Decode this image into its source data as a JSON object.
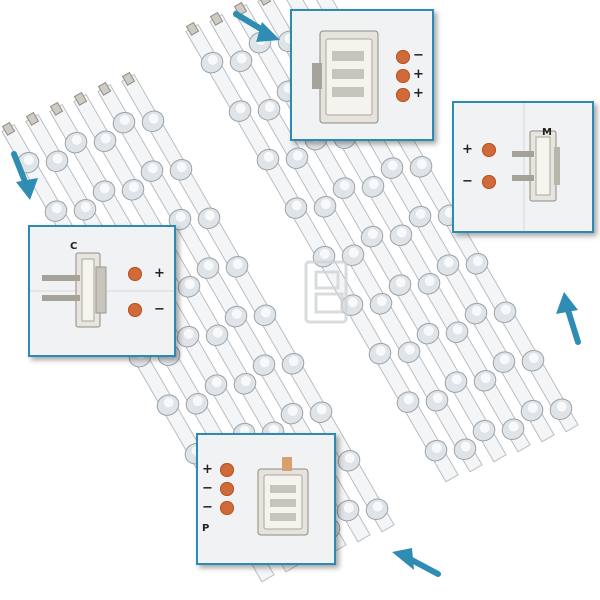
{
  "colors": {
    "frame": "#2d8ab2",
    "arrow": "#2f8cb3",
    "pad": "#d06a38",
    "strip": "#f4f5f6",
    "lens": "#dfe4e8"
  },
  "image": {
    "subject": "led-backlight-strip-set",
    "strip_count": 12
  },
  "insets": {
    "top": {
      "connector_label": "",
      "symbols": [
        "−",
        "+",
        "+"
      ]
    },
    "right": {
      "connector_label": "M",
      "symbols": [
        "+",
        "−"
      ]
    },
    "left": {
      "connector_label": "C",
      "symbols": [
        "+",
        "−"
      ]
    },
    "bottom": {
      "connector_label": "P",
      "symbols": [
        "+",
        "−",
        "−"
      ]
    }
  },
  "arrows": [
    {
      "name": "arrow-top-right",
      "icon": "arrow-icon"
    },
    {
      "name": "arrow-left-down",
      "icon": "arrow-icon"
    },
    {
      "name": "arrow-right-up",
      "icon": "arrow-icon"
    },
    {
      "name": "arrow-bottom-left",
      "icon": "arrow-icon"
    }
  ]
}
